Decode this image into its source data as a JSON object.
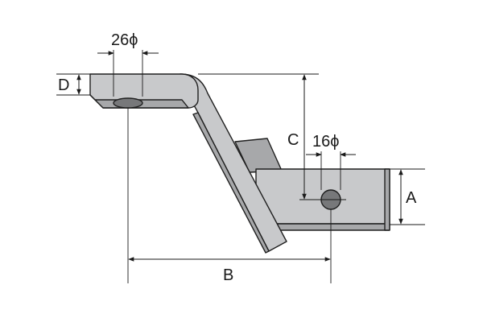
{
  "labels": {
    "hole_diameter_top": "26ϕ",
    "hole_diameter_pin": "16ϕ",
    "dim_a": "A",
    "dim_b": "B",
    "dim_c": "C",
    "dim_d": "D"
  },
  "colors": {
    "body_fill": "#c8c9cb",
    "shade_fill": "#a7a8aa",
    "hole_fill": "#77787a",
    "outline": "#1f1f1f"
  }
}
